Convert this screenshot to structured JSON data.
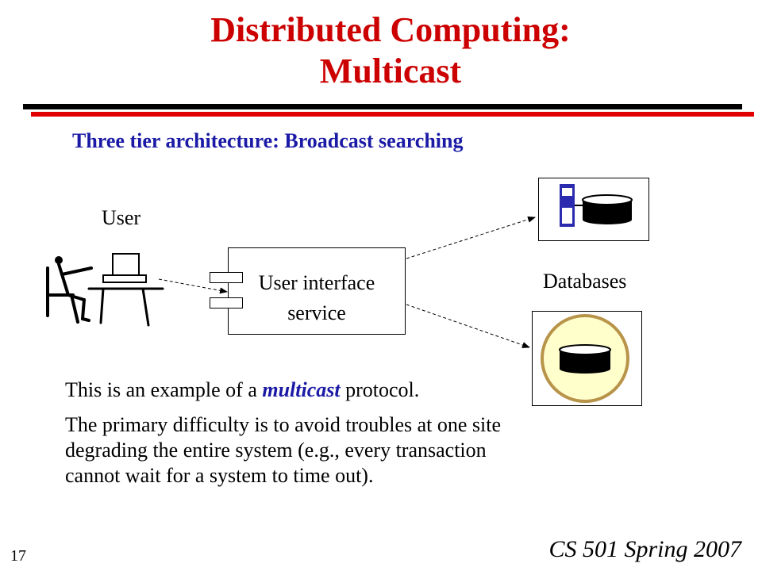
{
  "slide": {
    "title_line1": "Distributed Computing:",
    "title_line2": "Multicast",
    "subtitle": "Three tier architecture: Broadcast searching",
    "number": "17",
    "footer": "CS 501 Spring 2007"
  },
  "diagram": {
    "user_label": "User",
    "service_line1": "User interface",
    "service_line2": "service",
    "databases_label": "Databases"
  },
  "body": {
    "p1_before": "This is an example of a ",
    "p1_emphasis": "multicast",
    "p1_after": " protocol.",
    "p2": "The primary difficulty is to avoid troubles at one site degrading the entire system (e.g., every transaction cannot wait for a system to time out)."
  },
  "colors": {
    "title": "#cc0000",
    "subtitle": "#1a1aa6",
    "rule_black": "#000000",
    "rule_red": "#e00000",
    "db_circle_fill": "#ffffcc",
    "server_blue": "#2b2bb0"
  },
  "icons": [
    "user-at-computer-icon",
    "server-rack-icon",
    "database-disk-icon"
  ]
}
